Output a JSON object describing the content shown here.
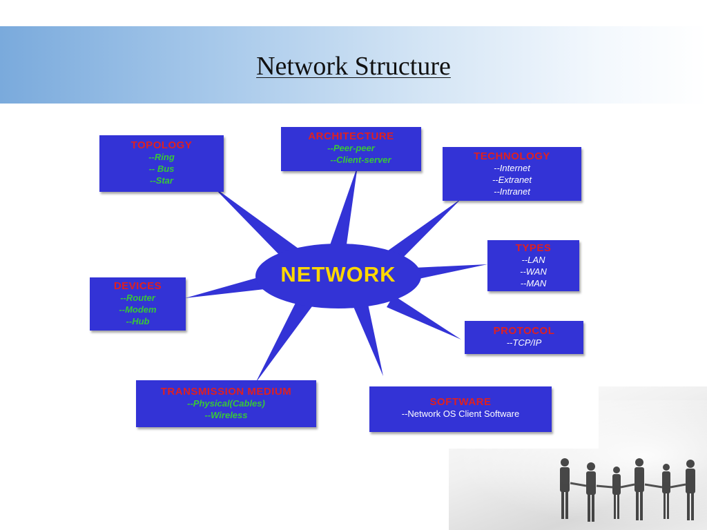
{
  "slide": {
    "title": "Network Structure"
  },
  "diagram": {
    "center": "NETWORK",
    "nodes": {
      "topology": {
        "heading": "TOPOLOGY",
        "items": [
          "--Ring",
          "-- Bus",
          "--Star"
        ]
      },
      "architecture": {
        "heading": "ARCHITECTURE",
        "items": [
          "--Peer-peer",
          "--Client-server"
        ]
      },
      "technology": {
        "heading": "TECHNOLOGY",
        "items": [
          "--Internet",
          "--Extranet",
          "--Intranet"
        ]
      },
      "types": {
        "heading": "TYPES",
        "items": [
          "--LAN",
          "--WAN",
          "--MAN"
        ]
      },
      "devices": {
        "heading": "DEVICES",
        "items": [
          "--Router",
          "--Modem",
          "--Hub"
        ]
      },
      "protocol": {
        "heading": "PROTOCOL",
        "items": [
          "--TCP/IP"
        ]
      },
      "transmission": {
        "heading": "TRANSMISSION MEDIUM",
        "items": [
          "--Physical(Cables)",
          "--Wireless"
        ]
      },
      "software": {
        "heading": "SOFTWARE",
        "items": [
          "--Network OS Client Software"
        ]
      }
    }
  },
  "colors": {
    "node_fill": "#3333d6",
    "heading_text": "#e02020",
    "item_text": "#38c838",
    "center_text": "#ffd700",
    "title_band_start": "#7aaadc"
  },
  "icons": {
    "people": "business-people-holding-hands-photo"
  }
}
